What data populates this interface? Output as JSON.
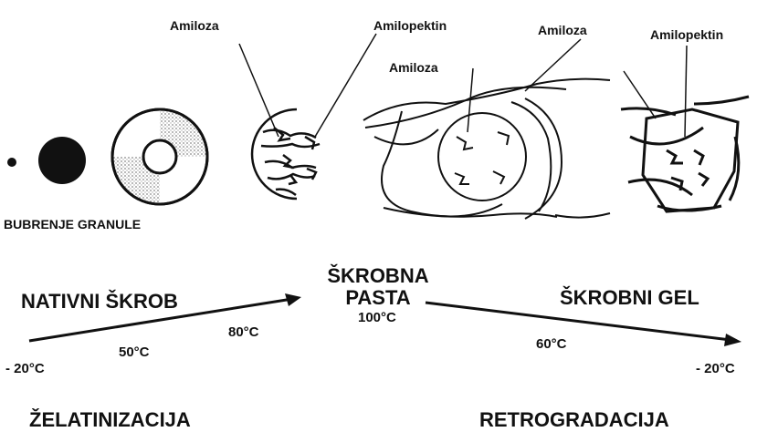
{
  "labels": {
    "amiloza": "Amiloza",
    "amilopektin": "Amilopektin",
    "bubrenje": "BUBRENJE GRANULE",
    "nativni": "NATIVNI ŠKROB",
    "pasta_line1": "ŠKROBNA",
    "pasta_line2": "PASTA",
    "gel": "ŠKROBNI GEL",
    "zelatinizacija": "ŽELATINIZACIJA",
    "retrogradacija": "RETROGRADACIJA"
  },
  "temperatures": {
    "t_minus20_left": "- 20°C",
    "t_50": "50°C",
    "t_80": "80°C",
    "t_100": "100°C",
    "t_60": "60°C",
    "t_minus20_right": "- 20°C"
  },
  "colors": {
    "ink": "#111111",
    "gray": "#9a9a9a",
    "paper": "#ffffff"
  }
}
